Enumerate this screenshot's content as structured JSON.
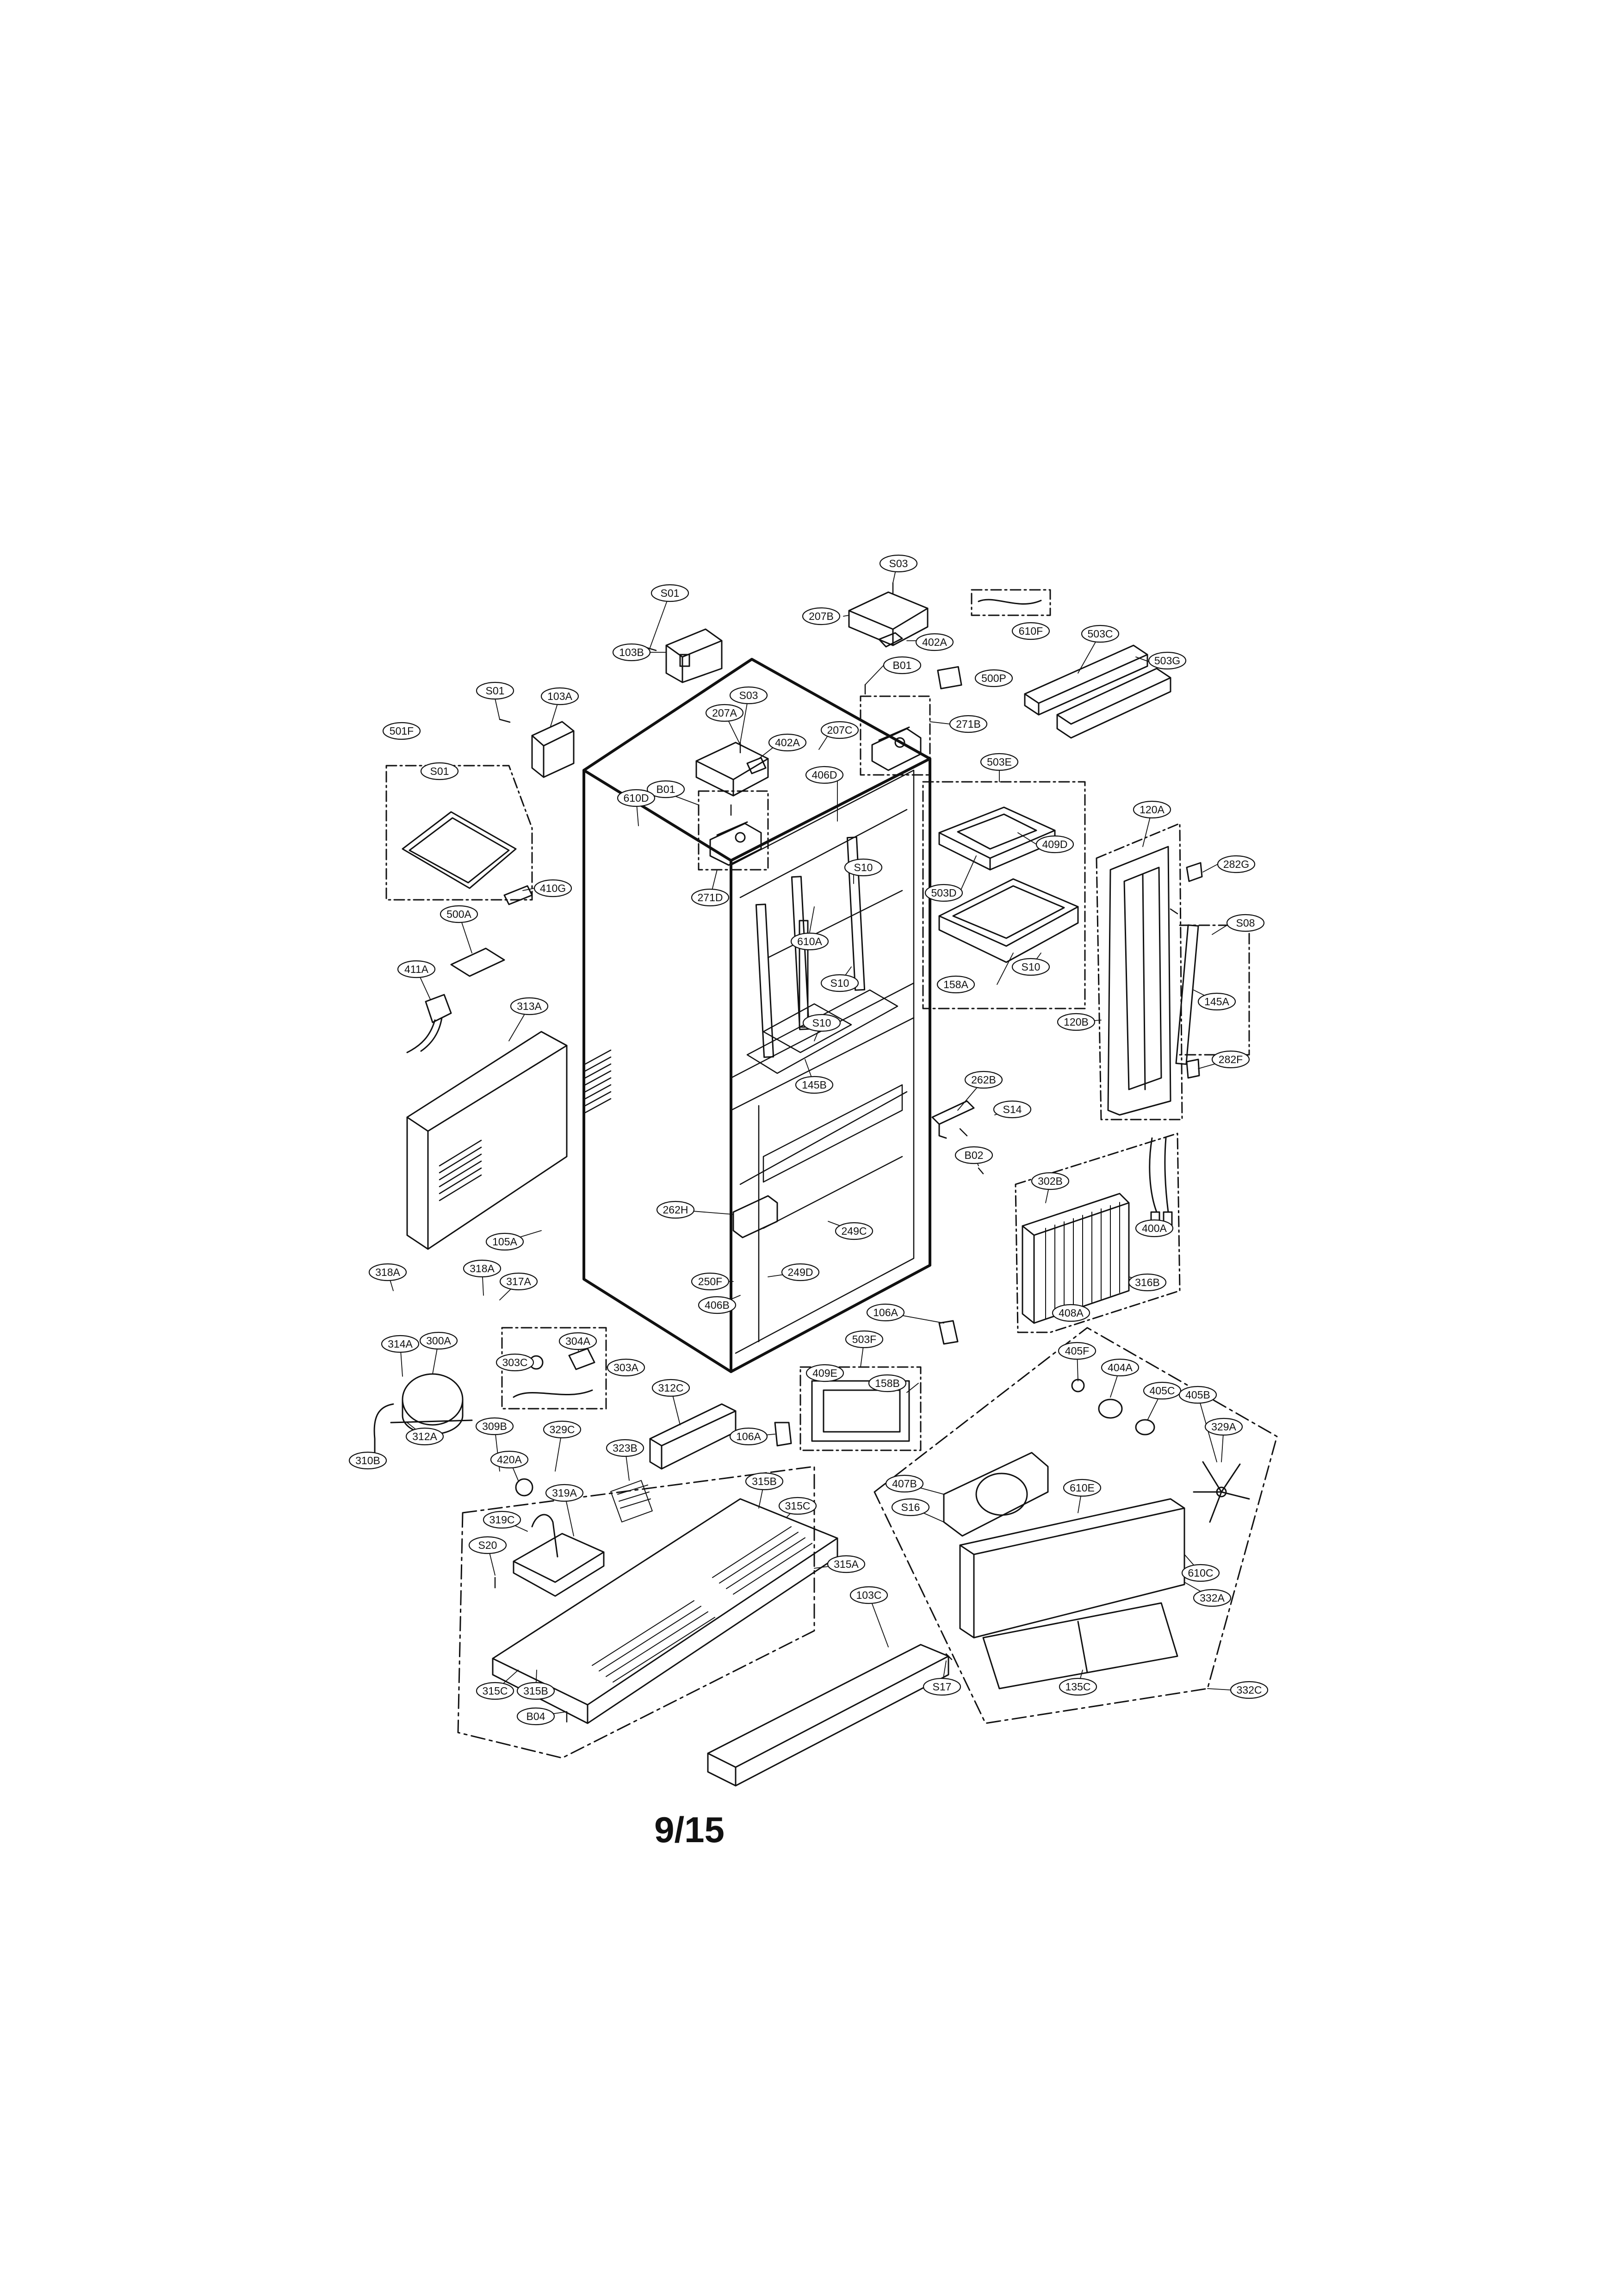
{
  "page": {
    "number": "9/15"
  },
  "parts": [
    {
      "id": "p0",
      "label": "S03"
    },
    {
      "id": "p1",
      "label": "S01"
    },
    {
      "id": "p2",
      "label": "207B"
    },
    {
      "id": "p3",
      "label": "402A"
    },
    {
      "id": "p4",
      "label": "610F"
    },
    {
      "id": "p5",
      "label": "103B"
    },
    {
      "id": "p6",
      "label": "503C"
    },
    {
      "id": "p7",
      "label": "B01"
    },
    {
      "id": "p8",
      "label": "500P"
    },
    {
      "id": "p9",
      "label": "503G"
    },
    {
      "id": "p10",
      "label": "S01"
    },
    {
      "id": "p11",
      "label": "103A"
    },
    {
      "id": "p12",
      "label": "S03"
    },
    {
      "id": "p13",
      "label": "207A"
    },
    {
      "id": "p14",
      "label": "271B"
    },
    {
      "id": "p15",
      "label": "501F"
    },
    {
      "id": "p16",
      "label": "402A"
    },
    {
      "id": "p17",
      "label": "207C"
    },
    {
      "id": "p18",
      "label": "503E"
    },
    {
      "id": "p19",
      "label": "S01"
    },
    {
      "id": "p20",
      "label": "406D"
    },
    {
      "id": "p21",
      "label": "B01"
    },
    {
      "id": "p22",
      "label": "610D"
    },
    {
      "id": "p23",
      "label": "120A"
    },
    {
      "id": "p24",
      "label": "409D"
    },
    {
      "id": "p25",
      "label": "282G"
    },
    {
      "id": "p26",
      "label": "S10"
    },
    {
      "id": "p27",
      "label": "410G"
    },
    {
      "id": "p28",
      "label": "271D"
    },
    {
      "id": "p29",
      "label": "503D"
    },
    {
      "id": "p30",
      "label": "500A"
    },
    {
      "id": "p31",
      "label": "S08"
    },
    {
      "id": "p32",
      "label": "610A"
    },
    {
      "id": "p33",
      "label": "S10"
    },
    {
      "id": "p34",
      "label": "411A"
    },
    {
      "id": "p35",
      "label": "S10"
    },
    {
      "id": "p36",
      "label": "120B"
    },
    {
      "id": "p37",
      "label": "158A"
    },
    {
      "id": "p38",
      "label": "145A"
    },
    {
      "id": "p39",
      "label": "313A"
    },
    {
      "id": "p40",
      "label": "S10"
    },
    {
      "id": "p41",
      "label": "282F"
    },
    {
      "id": "p42",
      "label": "145B"
    },
    {
      "id": "p43",
      "label": "262B"
    },
    {
      "id": "p44",
      "label": "S14"
    },
    {
      "id": "p45",
      "label": "B02"
    },
    {
      "id": "p46",
      "label": "302B"
    },
    {
      "id": "p47",
      "label": "262H"
    },
    {
      "id": "p48",
      "label": "249C"
    },
    {
      "id": "p49",
      "label": "400A"
    },
    {
      "id": "p50",
      "label": "105A"
    },
    {
      "id": "p51",
      "label": "318A"
    },
    {
      "id": "p52",
      "label": "318A"
    },
    {
      "id": "p53",
      "label": "249D"
    },
    {
      "id": "p54",
      "label": "316B"
    },
    {
      "id": "p55",
      "label": "317A"
    },
    {
      "id": "p56",
      "label": "250F"
    },
    {
      "id": "p57",
      "label": "406B"
    },
    {
      "id": "p58",
      "label": "408A"
    },
    {
      "id": "p59",
      "label": "106A"
    },
    {
      "id": "p60",
      "label": "304A"
    },
    {
      "id": "p61",
      "label": "503F"
    },
    {
      "id": "p62",
      "label": "314A"
    },
    {
      "id": "p63",
      "label": "300A"
    },
    {
      "id": "p64",
      "label": "405F"
    },
    {
      "id": "p65",
      "label": "303C"
    },
    {
      "id": "p66",
      "label": "303A"
    },
    {
      "id": "p67",
      "label": "404A"
    },
    {
      "id": "p68",
      "label": "409E"
    },
    {
      "id": "p69",
      "label": "312C"
    },
    {
      "id": "p70",
      "label": "158B"
    },
    {
      "id": "p71",
      "label": "405C"
    },
    {
      "id": "p72",
      "label": "405B"
    },
    {
      "id": "p73",
      "label": "309B"
    },
    {
      "id": "p74",
      "label": "329C"
    },
    {
      "id": "p75",
      "label": "106A"
    },
    {
      "id": "p76",
      "label": "312A"
    },
    {
      "id": "p77",
      "label": "329A"
    },
    {
      "id": "p78",
      "label": "310B"
    },
    {
      "id": "p79",
      "label": "420A"
    },
    {
      "id": "p80",
      "label": "323B"
    },
    {
      "id": "p81",
      "label": "315B"
    },
    {
      "id": "p82",
      "label": "407B"
    },
    {
      "id": "p83",
      "label": "610E"
    },
    {
      "id": "p84",
      "label": "319A"
    },
    {
      "id": "p85",
      "label": "315C"
    },
    {
      "id": "p86",
      "label": "319C"
    },
    {
      "id": "p87",
      "label": "S16"
    },
    {
      "id": "p88",
      "label": "S20"
    },
    {
      "id": "p89",
      "label": "315A"
    },
    {
      "id": "p90",
      "label": "610C"
    },
    {
      "id": "p91",
      "label": "103C"
    },
    {
      "id": "p92",
      "label": "332A"
    },
    {
      "id": "p93",
      "label": "135C"
    },
    {
      "id": "p94",
      "label": "S17"
    },
    {
      "id": "p95",
      "label": "332C"
    },
    {
      "id": "p96",
      "label": "315C"
    },
    {
      "id": "p97",
      "label": "315B"
    },
    {
      "id": "p98",
      "label": "B04"
    }
  ]
}
